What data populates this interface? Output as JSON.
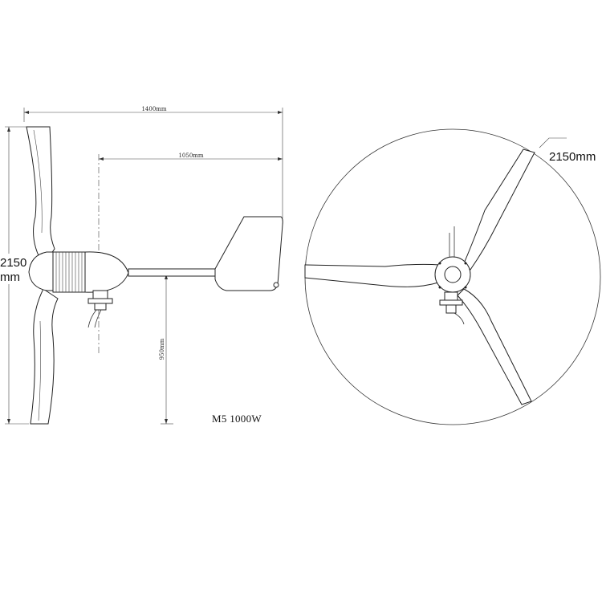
{
  "dimensions": {
    "overall_length": "1400mm",
    "tail_length": "1050mm",
    "tower_height": "950mm",
    "side_rotor_diameter_line1": "2150",
    "side_rotor_diameter_line2": "mm",
    "front_rotor_diameter": "2150mm"
  },
  "model": {
    "label": "M5 1000W"
  },
  "icons": {
    "side_view": "wind-turbine-side-view",
    "front_view": "wind-turbine-front-view"
  }
}
